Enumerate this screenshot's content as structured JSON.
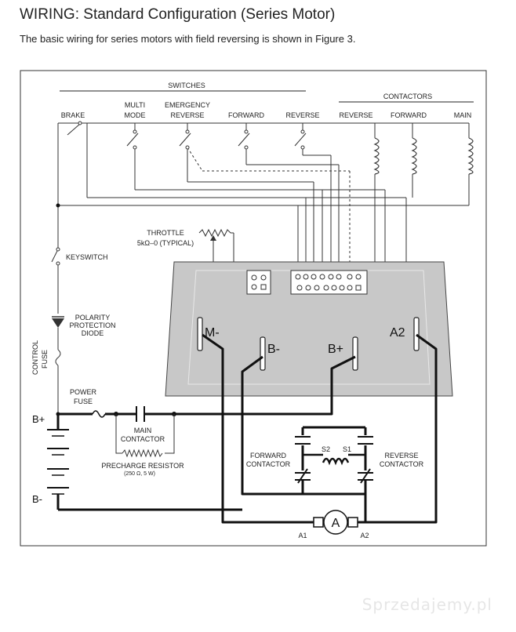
{
  "title": "WIRING: Standard Configuration (Series Motor)",
  "intro": "The basic wiring for series motors with field reversing is shown in Figure 3.",
  "groups": {
    "switches": "SWITCHES",
    "contactors": "CONTACTORS"
  },
  "labels": {
    "brake": "BRAKE",
    "multi_1": "MULTI",
    "multi_2": "MODE",
    "emergency_1": "EMERGENCY",
    "emergency_2": "REVERSE",
    "forward_sw": "FORWARD",
    "reverse_sw": "REVERSE",
    "reverse_con": "REVERSE",
    "forward_con": "FORWARD",
    "main_con": "MAIN",
    "throttle": "THROTTLE",
    "throttle_value": "5kΩ–0 (TYPICAL)",
    "keyswitch": "KEYSWITCH",
    "polarity_1": "POLARITY",
    "polarity_2": "PROTECTION",
    "polarity_3": "DIODE",
    "control_fuse_1": "CONTROL",
    "control_fuse_2": "FUSE",
    "power_fuse_1": "POWER",
    "power_fuse_2": "FUSE",
    "b_plus": "B+",
    "b_minus": "B-",
    "main_contactor_1": "MAIN",
    "main_contactor_2": "CONTACTOR",
    "precharge": "PRECHARGE RESISTOR",
    "precharge_value": "(250 Ω, 5 W)",
    "forward_contactor_1": "FORWARD",
    "forward_contactor_2": "CONTACTOR",
    "reverse_contactor_1": "REVERSE",
    "reverse_contactor_2": "CONTACTOR",
    "s2": "S2",
    "s1": "S1",
    "a1": "A1",
    "a2": "A2",
    "ammeter": "A"
  },
  "terminals": {
    "m_minus": "M-",
    "b_minus": "B-",
    "b_plus": "B+",
    "a2": "A2"
  },
  "watermark": "Sprzedajemy.pl"
}
